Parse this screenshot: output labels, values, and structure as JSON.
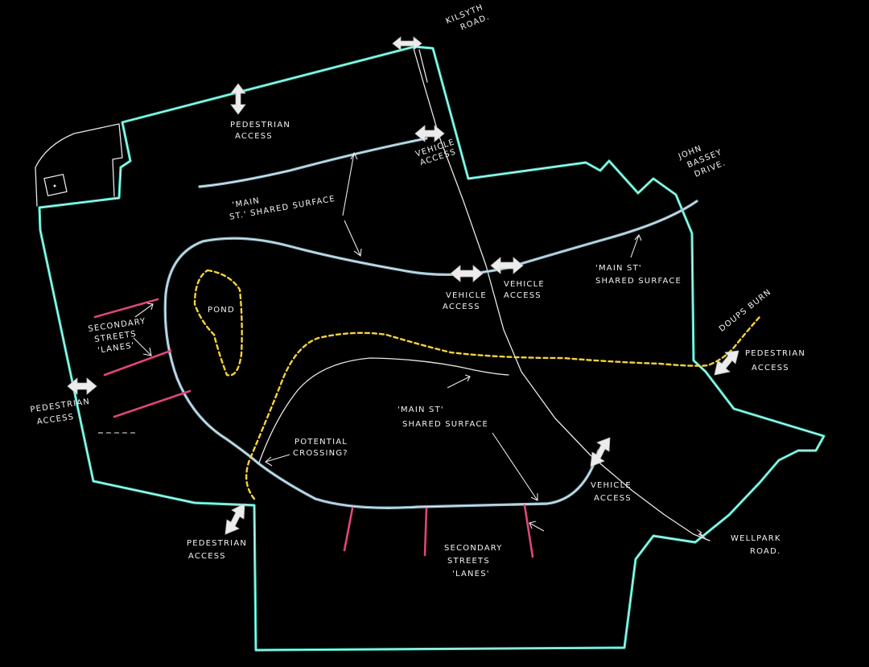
{
  "labels": {
    "kilsyth_road": [
      "KILSYTH",
      "ROAD."
    ],
    "pedestrian_access_top": [
      "PEDESTRIAN",
      "ACCESS"
    ],
    "vehicle_access_top": [
      "VEHICLE",
      "ACCESS"
    ],
    "main_st_top": [
      "'MAIN",
      "ST.' SHARED SURFACE"
    ],
    "john_bassy": [
      "JOHN",
      "BASSEY",
      "DRIVE."
    ],
    "vehicle_access_mid_left": [
      "VEHICLE",
      "ACCESS"
    ],
    "vehicle_access_mid_right": [
      "VEHICLE",
      "ACCESS"
    ],
    "main_st_right": [
      "'MAIN ST'",
      "SHARED SURFACE"
    ],
    "pond": [
      "POND"
    ],
    "secondary_left": [
      "SECONDARY",
      "STREETS",
      "'LANES'"
    ],
    "doups_burn": [
      "DOUPS BURN"
    ],
    "pedestrian_access_right": [
      "PEDESTRIAN",
      "ACCESS"
    ],
    "pedestrian_access_left": [
      "PEDESTRIAN",
      "ACCESS"
    ],
    "main_st_lower": [
      "'MAIN ST'",
      "SHARED SURFACE"
    ],
    "potential_crossing": [
      "POTENTIAL",
      "CROSSING?"
    ],
    "vehicle_access_lower": [
      "VEHICLE",
      "ACCESS"
    ],
    "pedestrian_access_bottom": [
      "PEDESTRIAN",
      "ACCESS"
    ],
    "secondary_bottom": [
      "SECONDARY",
      "STREETS",
      "'LANES'"
    ],
    "wellpark_road": [
      "WELLPARK",
      "ROAD."
    ]
  },
  "colors": {
    "background": "#000000",
    "site_boundary": "#3fd9c1",
    "main_street": "#8fb7c7",
    "secondary_lanes": "#e0457d",
    "pond_and_burn": "#f5d33a",
    "linework": "#e8e8e8"
  },
  "icons": {
    "access_arrow": "double-headed-arrow-icon"
  }
}
